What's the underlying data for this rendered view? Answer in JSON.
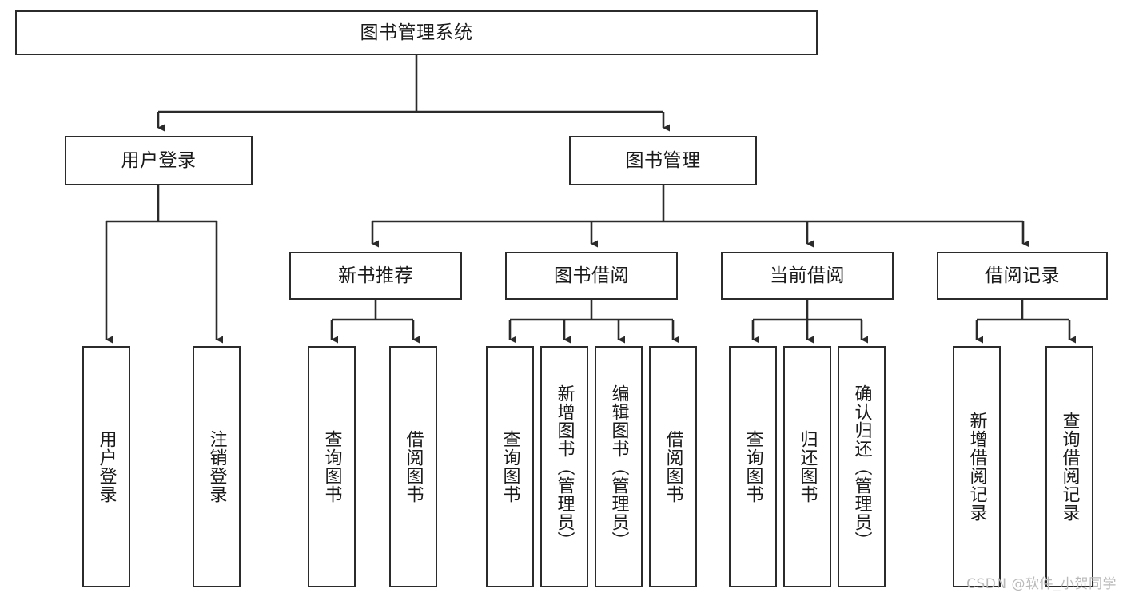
{
  "diagram": {
    "type": "tree",
    "title": "图书管理系统",
    "watermark": "CSDN @软件_小贺同学",
    "colors": {
      "border": "#2b2b2b",
      "background": "#ffffff",
      "text": "#1a1a1a",
      "connector": "#2b2b2b",
      "watermark": "#b9b9b9"
    },
    "levels": {
      "root": {
        "label": "图书管理系统"
      },
      "level1": [
        {
          "label": "用户登录"
        },
        {
          "label": "图书管理"
        }
      ],
      "level2": [
        {
          "label": "新书推荐"
        },
        {
          "label": "图书借阅"
        },
        {
          "label": "当前借阅"
        },
        {
          "label": "借阅记录"
        }
      ],
      "leaves": {
        "user_login": [
          {
            "label": "用户登录"
          },
          {
            "label": "注销登录"
          }
        ],
        "new_book_recommend": [
          {
            "label": "查询图书"
          },
          {
            "label": "借阅图书"
          }
        ],
        "book_borrow": [
          {
            "label": "查询图书"
          },
          {
            "label": "新增图书（管理员）"
          },
          {
            "label": "编辑图书（管理员）"
          },
          {
            "label": "借阅图书"
          }
        ],
        "current_borrow": [
          {
            "label": "查询图书"
          },
          {
            "label": "归还图书"
          },
          {
            "label": "确认归还（管理员）"
          }
        ],
        "borrow_record": [
          {
            "label": "新增借阅记录"
          },
          {
            "label": "查询借阅记录"
          }
        ]
      }
    }
  }
}
